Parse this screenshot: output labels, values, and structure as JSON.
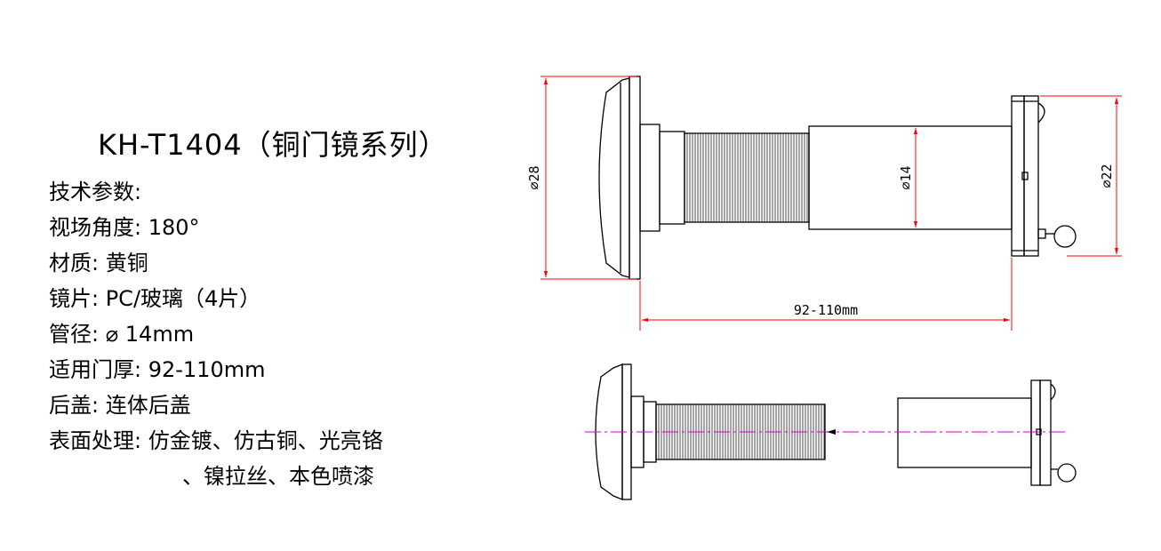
{
  "title": "KH-T1404（铜门镜系列）",
  "specs": [
    "技术参数:",
    "视场角度: 180°",
    "材质: 黄铜",
    "镜片: PC/玻璃（4片）",
    "管径: ⌀ 14mm",
    "适用门厚: 92-110mm",
    "后盖: 连体后盖",
    "表面处理: 仿金镀、仿古铜、光亮铬",
    "、镍拉丝、本色喷漆"
  ],
  "dimensions": {
    "outer_diameter": "⌀28",
    "tube_diameter": "⌀14",
    "cap_diameter": "⌀22",
    "door_thickness": "92-110mm"
  },
  "colors": {
    "line": "#000000",
    "dimension": "#ff0000",
    "centerline": "#cc00cc"
  }
}
